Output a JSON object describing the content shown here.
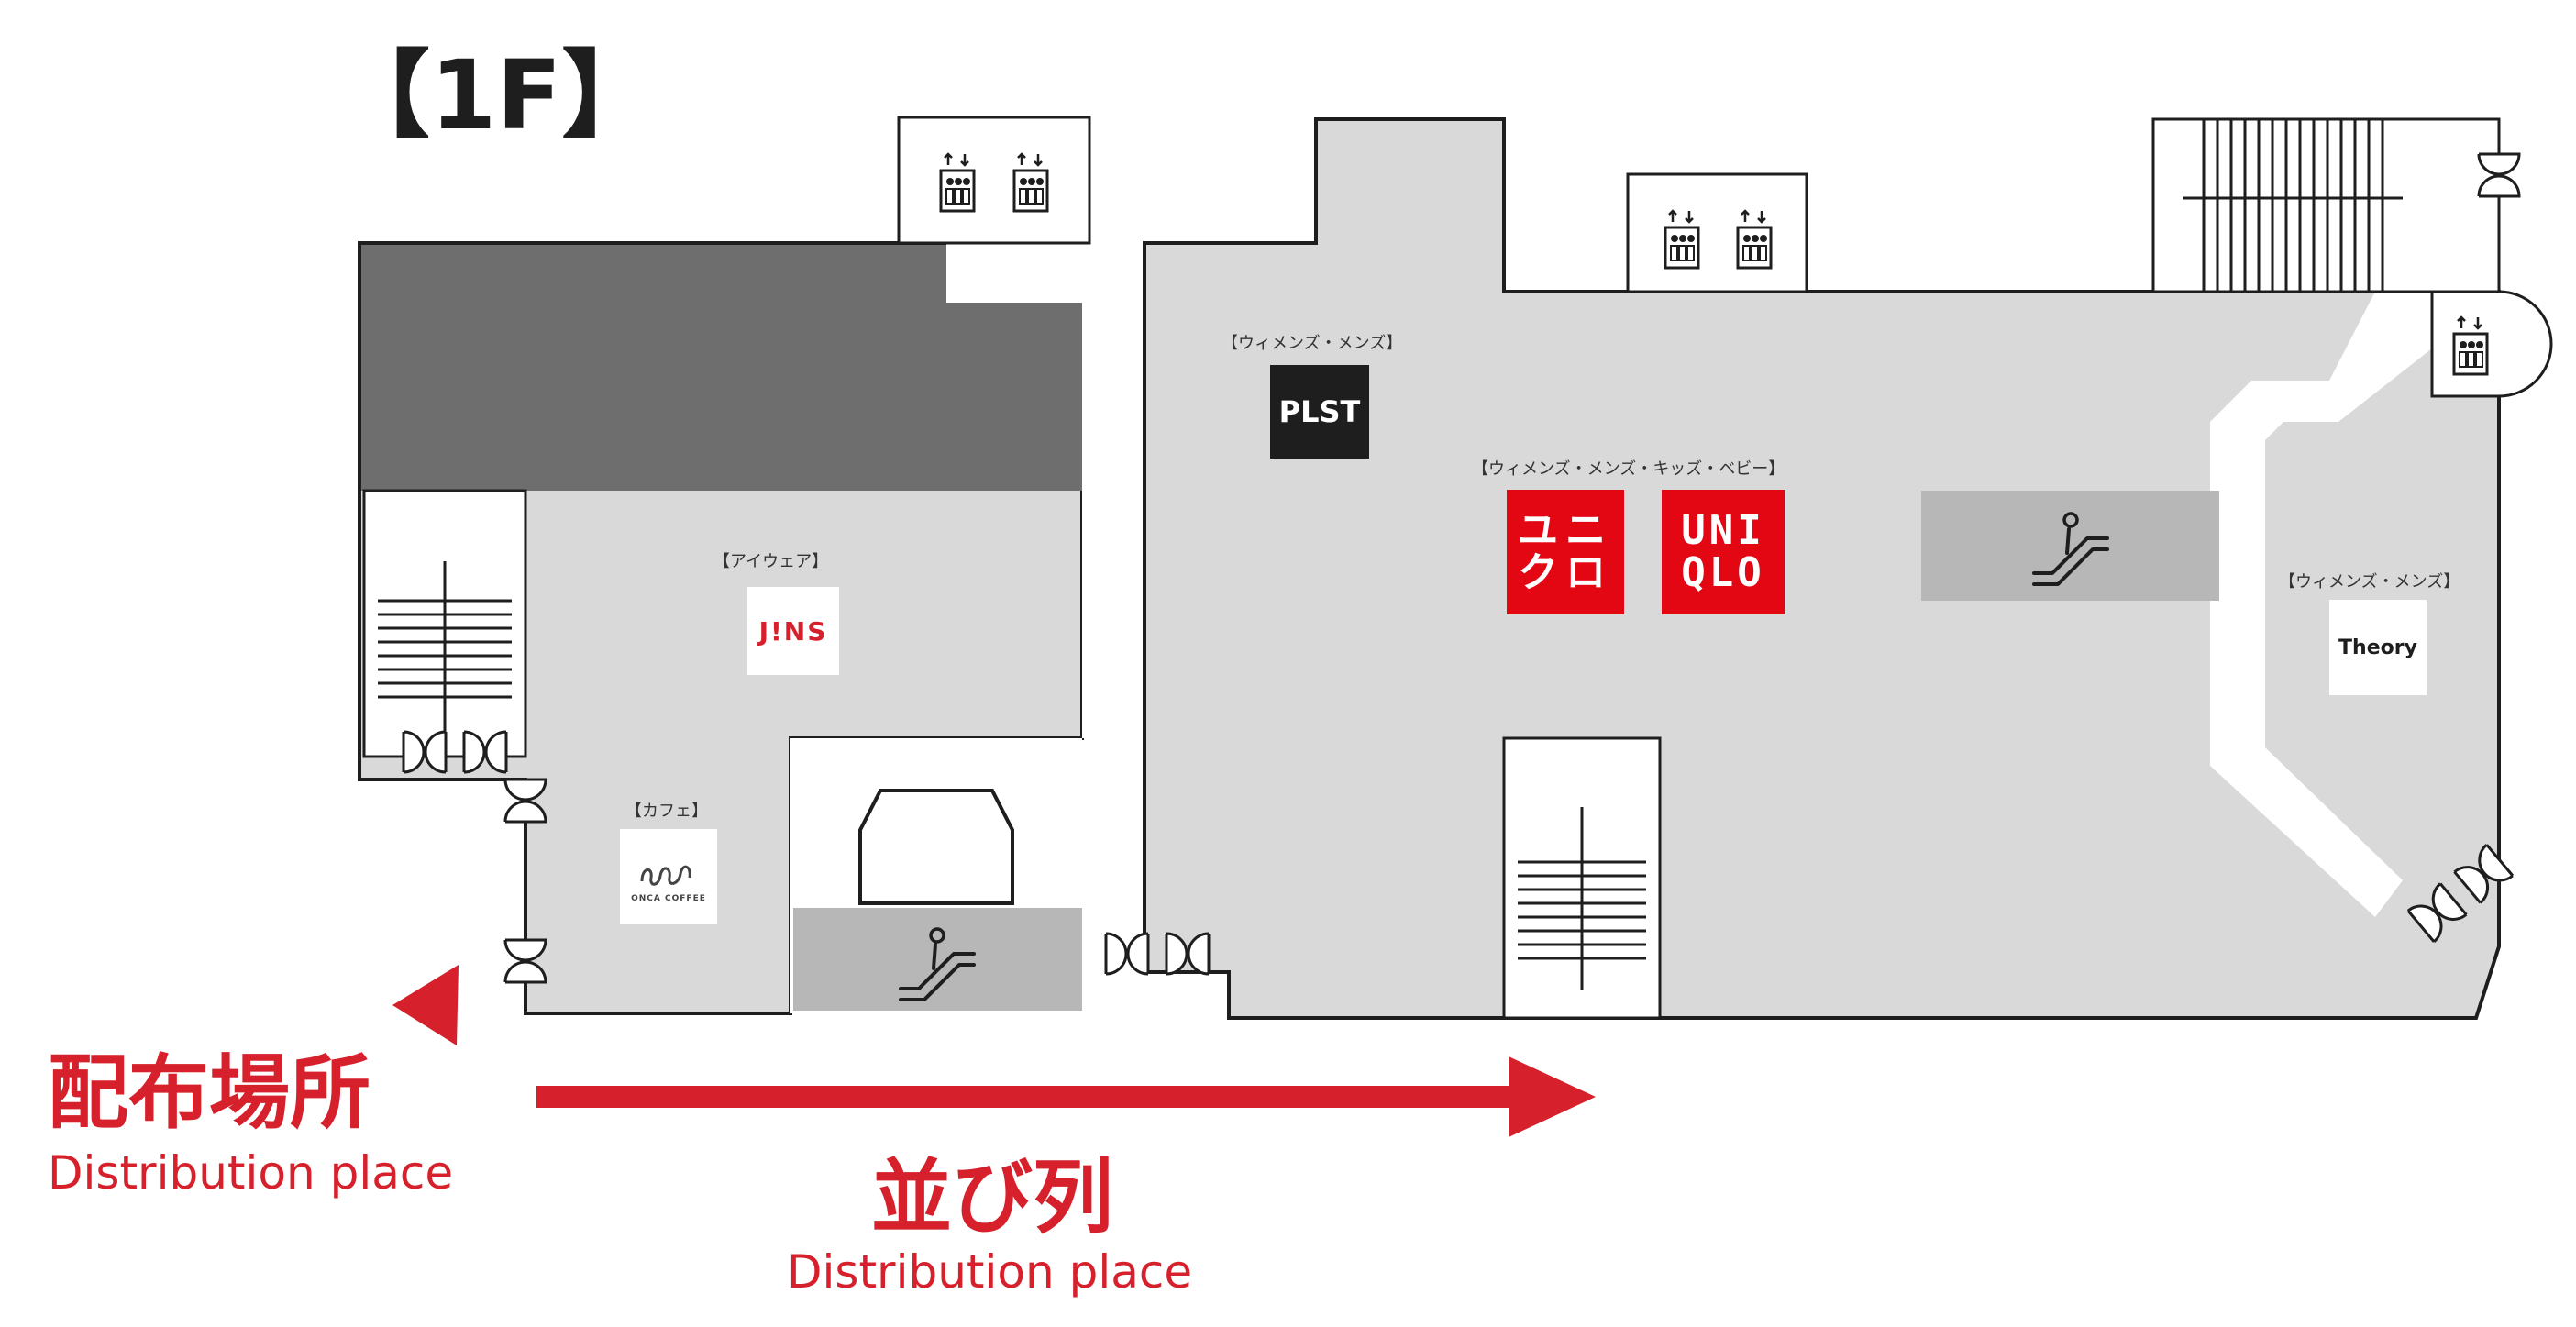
{
  "floor": {
    "label": "【1F】"
  },
  "shops": {
    "plst": {
      "category": "【ウィメンズ・メンズ】",
      "logo": "PLST"
    },
    "uniqlo": {
      "category": "【ウィメンズ・メンズ・キッズ・ベビー】",
      "logo_kana_1": "ユニ",
      "logo_kana_2": "クロ",
      "logo_en_1": "UNI",
      "logo_en_2": "QLO"
    },
    "jins": {
      "category": "【アイウェア】",
      "logo": "J!NS"
    },
    "theory": {
      "category": "【ウィメンズ・メンズ】",
      "logo": "Theory"
    },
    "onca": {
      "category": "【カフェ】",
      "logo": "ONCA COFFEE"
    }
  },
  "distribution": {
    "label_jp": "配布場所",
    "label_en": "Distribution place"
  },
  "queue": {
    "label_jp": "並び列",
    "label_en": "Distribution place"
  },
  "colors": {
    "accent": "#d6202b",
    "floor": "#d9d9d9",
    "dark_block": "#6e6e6e",
    "escalator": "#b7b7b7",
    "wall": "#1e1e1e"
  },
  "icons": [
    "elevator-icon",
    "escalator-icon",
    "stairs-icon",
    "door-icon",
    "arrow-icon"
  ]
}
